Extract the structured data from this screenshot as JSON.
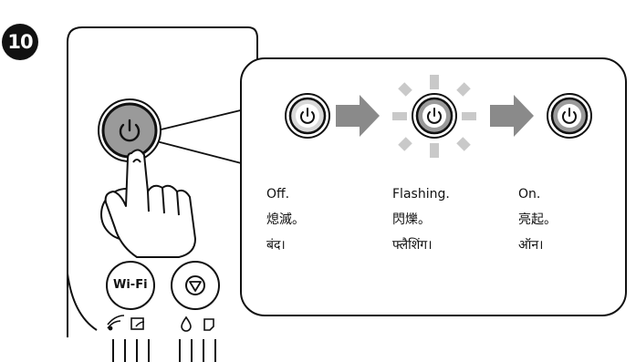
{
  "step_number": "10",
  "buttons": {
    "wifi_label": "Wi-Fi"
  },
  "states": [
    {
      "english": "Off.",
      "chinese": "熄滅。",
      "hindi": "बंद।"
    },
    {
      "english": "Flashing.",
      "chinese": "閃爍。",
      "hindi": "फ्लैशिंग।"
    },
    {
      "english": "On.",
      "chinese": "亮起。",
      "hindi": "ऑन।"
    }
  ],
  "colors": {
    "off_button": "#9a9a9a",
    "on_button": "#cfcfcf",
    "arrow": "#8a8a8a",
    "flash_rays": "#c9c9c9",
    "outline": "#111111"
  },
  "icons": {
    "power": "power-icon",
    "stop": "stop-icon",
    "ink": "ink-drop-icon",
    "paper": "paper-icon",
    "wifi": "wifi-icon",
    "wifi_direct": "wifi-direct-icon"
  }
}
